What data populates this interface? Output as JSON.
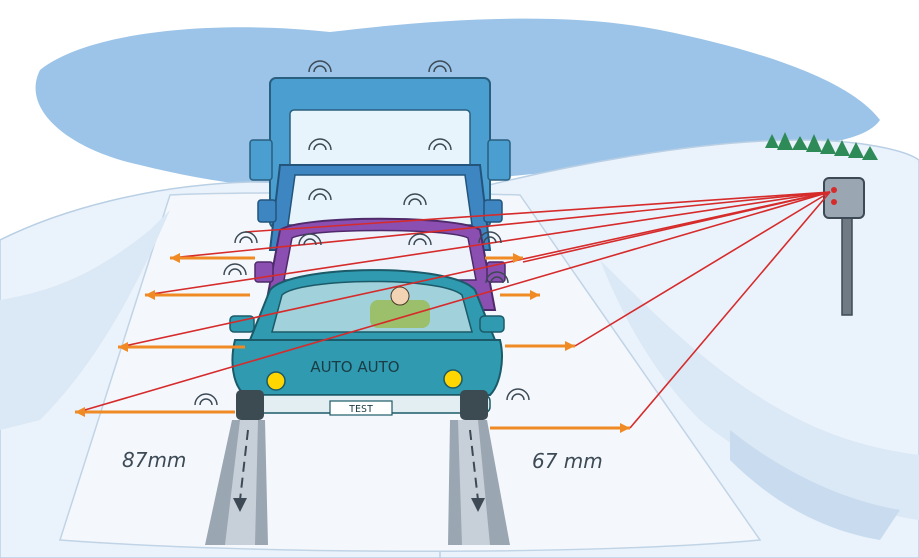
{
  "hood_text": "AUTO AUTO",
  "plate_text": "TEST",
  "left_measurement": "87mm",
  "right_measurement": "67 mm",
  "colors": {
    "sky": "#9cc4e8",
    "snow": "#eaf2fb",
    "snow_shadow": "#c9dcef",
    "truck": "#4a9fd0",
    "van": "#3e86c2",
    "minivan": "#8a4fb0",
    "car": "#2f9ab0",
    "laser": "#d62b2b",
    "arrow": "#f08a24",
    "track": "#9aa6b2"
  },
  "icons": [
    "sensor-post-icon",
    "wifi-signal-icon",
    "pine-trees-icon"
  ]
}
